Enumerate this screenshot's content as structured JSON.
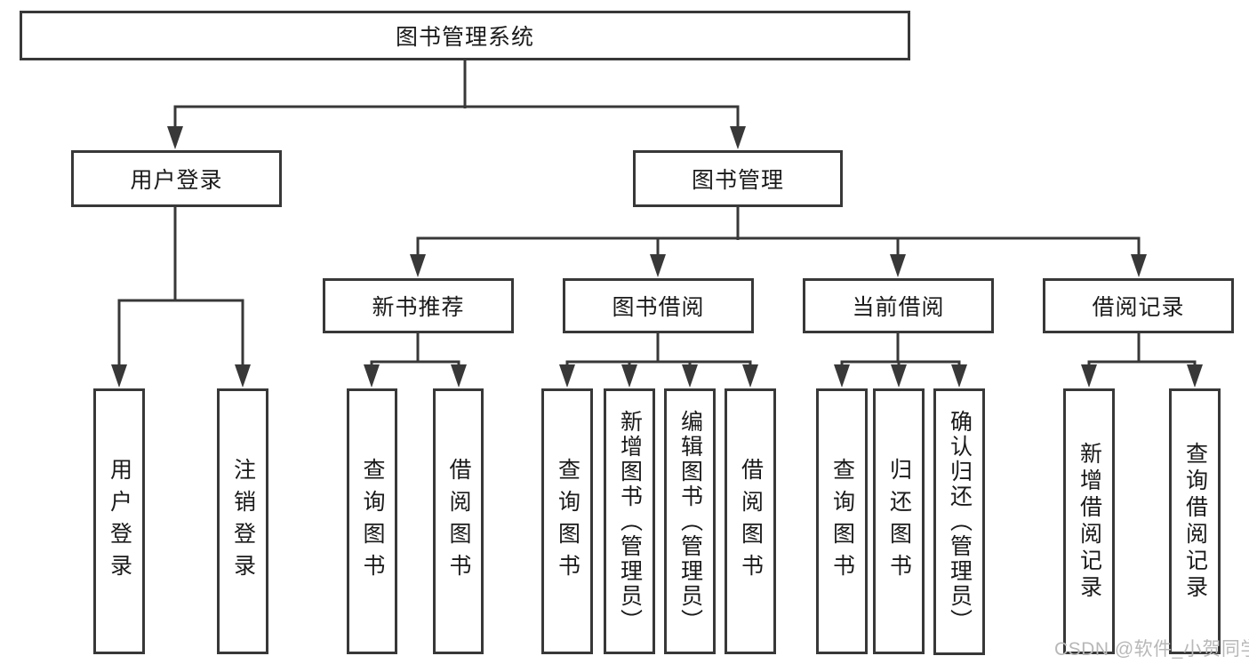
{
  "diagram": {
    "title": "图书管理系统",
    "level2": [],
    "nodes": {
      "root": {
        "label": "图书管理系统"
      },
      "user_login": {
        "label": "用户登录",
        "parent": "图书管理系统"
      },
      "book_management": {
        "label": "图书管理",
        "parent": "图书管理系统"
      },
      "new_book_recommend": {
        "label": "新书推荐",
        "parent": "图书管理"
      },
      "book_borrow": {
        "label": "图书借阅",
        "parent": "图书管理"
      },
      "current_borrow": {
        "label": "当前借阅",
        "parent": "图书管理"
      },
      "borrow_records": {
        "label": "借阅记录",
        "parent": "图书管理"
      }
    },
    "leaves": [
      {
        "label": "用户登录",
        "parent": "用户登录"
      },
      {
        "label": "注销登录",
        "parent": "用户登录"
      },
      {
        "label": "查询图书",
        "parent": "新书推荐"
      },
      {
        "label": "借阅图书",
        "parent": "新书推荐"
      },
      {
        "label": "查询图书",
        "parent": "图书借阅"
      },
      {
        "label": "新增图书（管理员）",
        "parent": "图书借阅"
      },
      {
        "label": "编辑图书（管理员）",
        "parent": "图书借阅"
      },
      {
        "label": "借阅图书",
        "parent": "图书借阅"
      },
      {
        "label": "查询图书",
        "parent": "当前借阅"
      },
      {
        "label": "归还图书",
        "parent": "当前借阅"
      },
      {
        "label": "确认归还（管理员）",
        "parent": "当前借阅"
      },
      {
        "label": "新增借阅记录",
        "parent": "借阅记录"
      },
      {
        "label": "查询借阅记录",
        "parent": "借阅记录"
      }
    ],
    "watermark": "CSDN @软件_小贺同学",
    "colors": {
      "line": "#383838",
      "text": "#1a1a1a",
      "watermark": "#b8b8b8",
      "background": "#ffffff"
    }
  }
}
